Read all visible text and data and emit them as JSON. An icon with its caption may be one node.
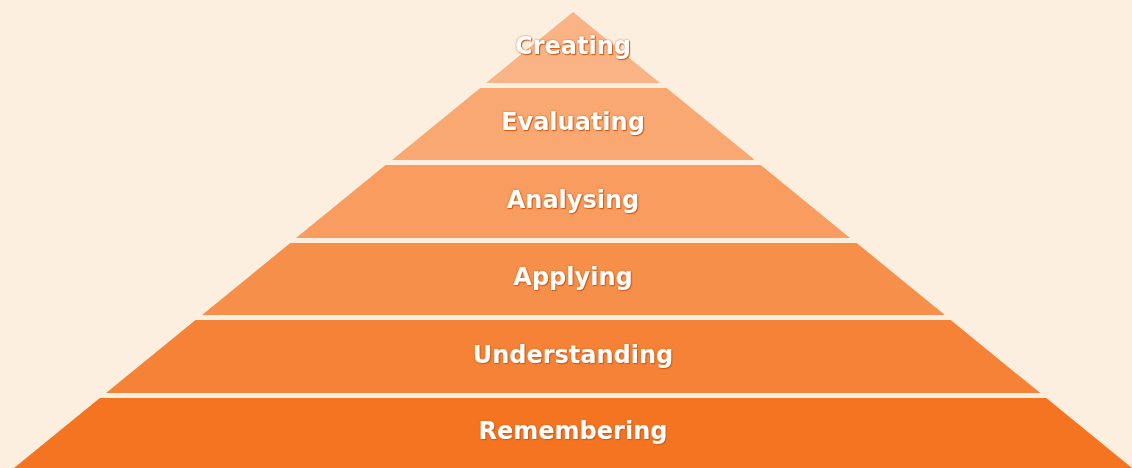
{
  "diagram": {
    "nodes": [
      {
        "text": [
          "Creating"
        ]
      },
      {
        "text": [
          "Evaluating"
        ]
      },
      {
        "text": [
          "Analysing"
        ]
      },
      {
        "text": [
          "Applying"
        ]
      },
      {
        "text": [
          "Understanding"
        ]
      },
      {
        "text": [
          "Remembering"
        ]
      }
    ]
  }
}
